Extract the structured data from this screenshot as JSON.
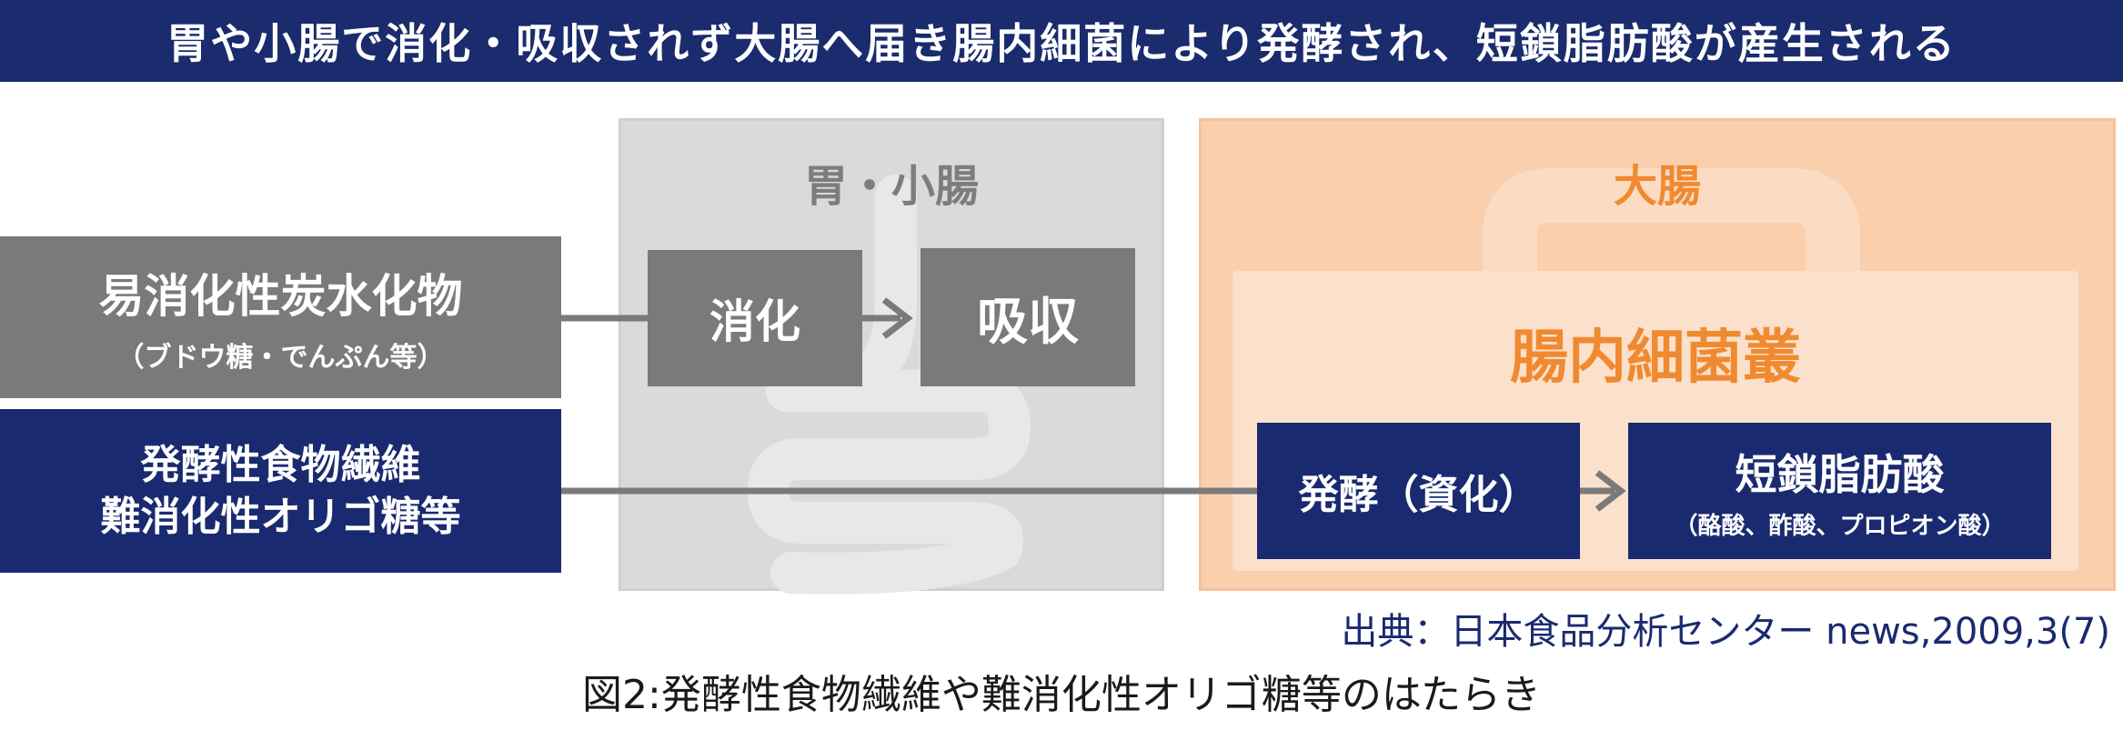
{
  "banner": "胃や小腸で消化・吸収されず大腸へ届き腸内細菌により発酵され、短鎖脂肪酸が産生される",
  "panels": {
    "stomach_title": "胃・小腸",
    "large_intestine_title": "大腸",
    "bacteria_title": "腸内細菌叢"
  },
  "inputs": {
    "easy_carb": {
      "main": "易消化性炭水化物",
      "sub": "（ブドウ糖・でんぷん等）"
    },
    "fiber_line1": "発酵性食物繊維",
    "fiber_line2": "難消化性オリゴ糖等"
  },
  "steps": {
    "digestion": "消化",
    "absorption": "吸収",
    "fermentation": "発酵（資化）",
    "scfa": {
      "main": "短鎖脂肪酸",
      "sub": "（酪酸、酢酸、プロピオン酸）"
    }
  },
  "source": "出典：日本食品分析センター news,2009,3(7)",
  "caption": "図2:発酵性食物繊維や難消化性オリゴ糖等のはたらき",
  "colors": {
    "navy": "#1a2a70",
    "gray_box": "#7a7a7a",
    "stomach_panel": "#dadada",
    "large_intestine_panel": "#f9cfae",
    "bacteria_panel": "#fbe0cb",
    "orange_text": "#f08a30"
  }
}
